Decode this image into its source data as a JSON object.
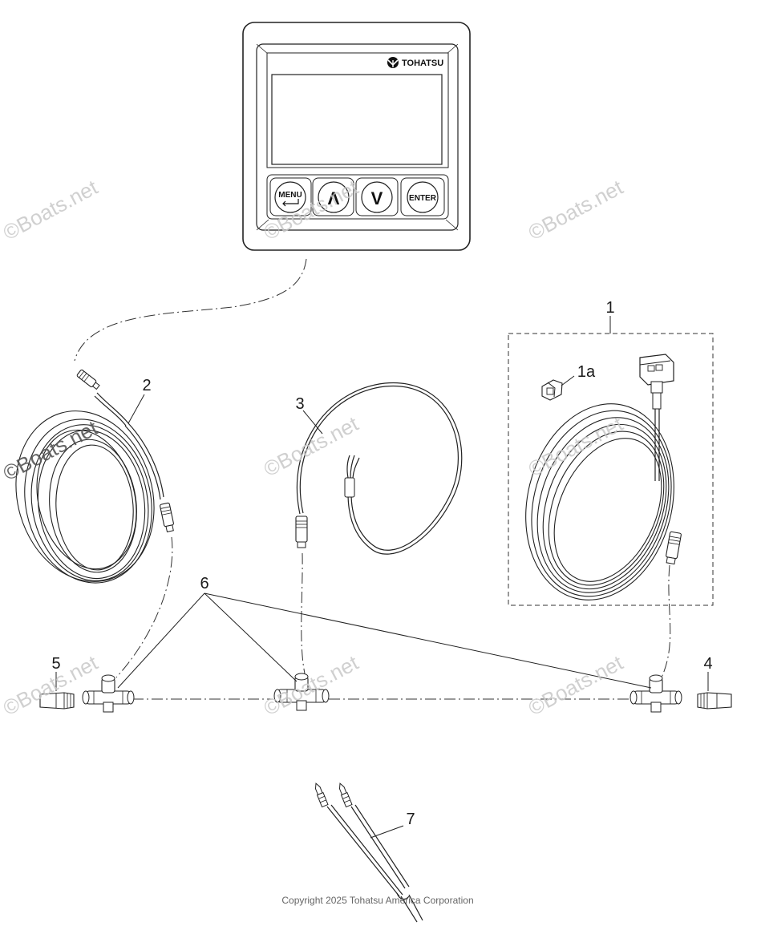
{
  "display_unit": {
    "brand": "TOHATSU",
    "buttons": [
      {
        "label": "MENU",
        "icon": "return-arrow-icon"
      },
      {
        "label": "Λ",
        "icon": "up-arrow-icon"
      },
      {
        "label": "V",
        "icon": "down-arrow-icon"
      },
      {
        "label": "ENTER",
        "icon": ""
      }
    ]
  },
  "callouts": {
    "c1": "1",
    "c1a": "1a",
    "c2": "2",
    "c3": "3",
    "c4": "4",
    "c5": "5",
    "c6": "6",
    "c7": "7"
  },
  "watermark": {
    "text": "©Boats.net"
  },
  "copyright": "Copyright 2025 Tohatsu America Corporation"
}
